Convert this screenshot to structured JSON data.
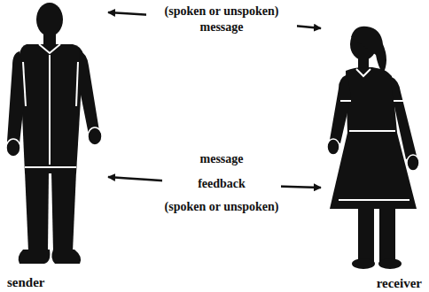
{
  "diagram": {
    "nodes": [
      {
        "text": [
          "sender"
        ]
      },
      {
        "text": [
          "receiver"
        ]
      }
    ],
    "edges": [
      {
        "from": 0,
        "to": 1,
        "arrow": "both",
        "label": "(spoken or unspoken) message"
      },
      {
        "from": 0,
        "to": 1,
        "arrow": "both",
        "label": "feedback"
      }
    ],
    "labels": [
      "message",
      "(spoken or unspoken)"
    ]
  }
}
